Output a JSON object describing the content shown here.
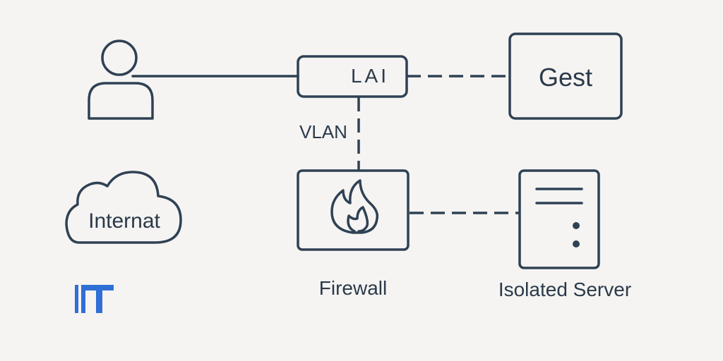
{
  "nodes": {
    "switch_label": "LAI",
    "guest_label": "Gest",
    "internet_label": "Internat",
    "vlan_label": "VLAN",
    "firewall_label": "Firewall",
    "server_label": "Isolated Server"
  },
  "logo": {
    "text": "IT",
    "color": "#2f6fd6"
  },
  "colors": {
    "line": "#2f4154",
    "background": "#f5f4f2"
  },
  "icons": [
    "user-icon",
    "cloud-icon",
    "firewall-flame-icon",
    "server-icon"
  ]
}
